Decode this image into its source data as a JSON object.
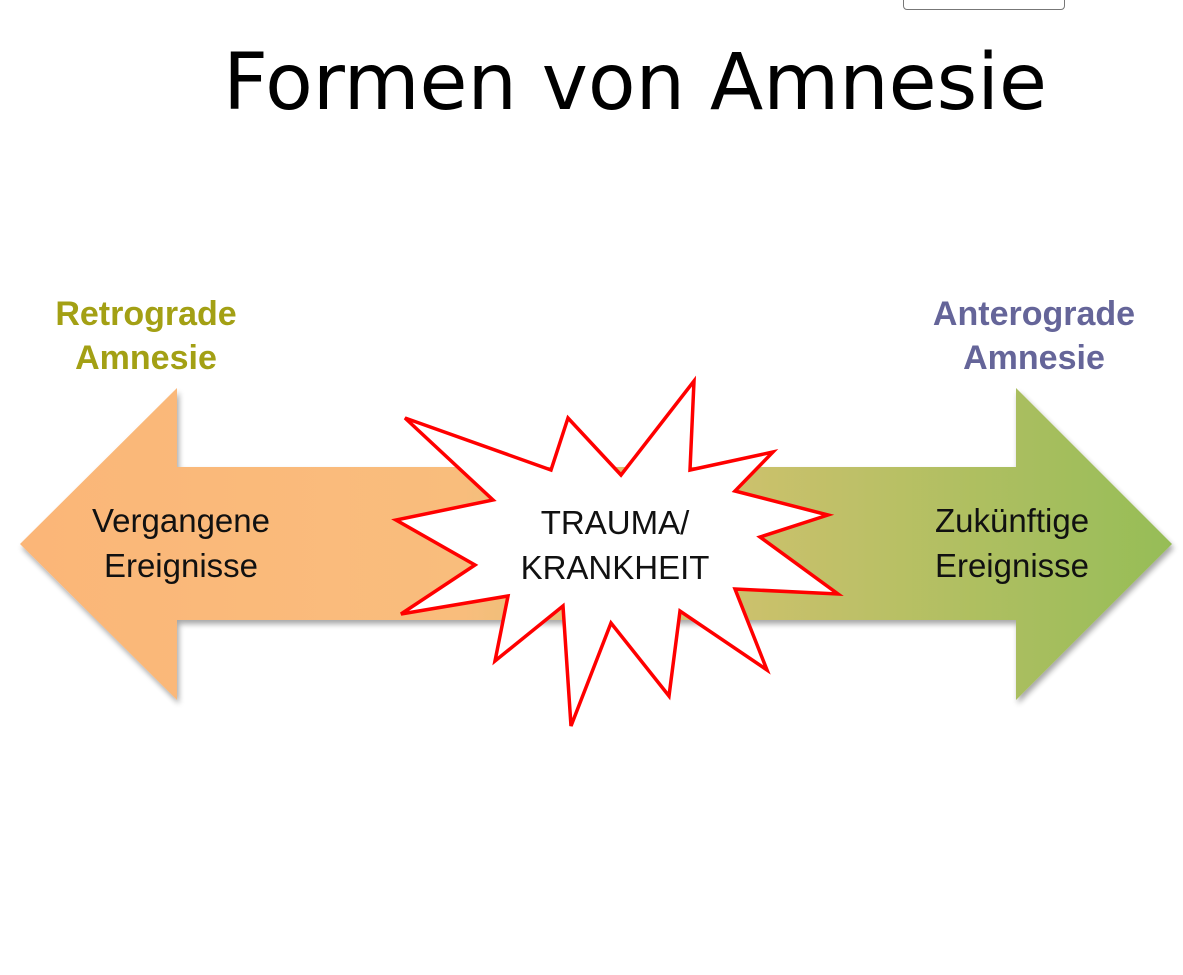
{
  "title": "Formen von Amnesie",
  "left_label": {
    "line1": "Retrograde",
    "line2": "Amnesie",
    "color": "#a3a014"
  },
  "right_label": {
    "line1": "Anterograde",
    "line2": "Amnesie",
    "color": "#656599"
  },
  "left_arrow_text": {
    "line1": "Vergangene",
    "line2": "Ereignisse"
  },
  "center_burst_text": {
    "line1": "TRAUMA/",
    "line2": "KRANKHEIT"
  },
  "right_arrow_text": {
    "line1": "Zukünftige",
    "line2": "Ereignisse"
  },
  "colors": {
    "arrow_left": "#fbb678",
    "arrow_right": "#96bd57",
    "burst_outline": "#ff0000",
    "burst_fill": "#ffffff"
  }
}
